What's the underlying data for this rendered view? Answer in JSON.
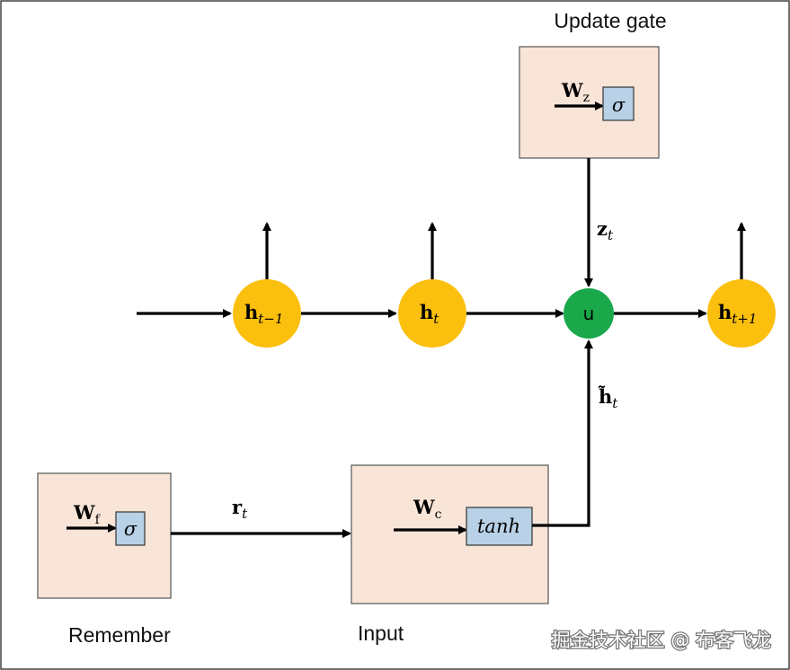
{
  "labels": {
    "update_gate": "Update gate",
    "remember": "Remember",
    "input": "Input"
  },
  "nodes": {
    "h_prev": {
      "base": "h",
      "sub": "t−1"
    },
    "h_t": {
      "base": "h",
      "sub": "t"
    },
    "u": "u",
    "h_next": {
      "base": "h",
      "sub": "t+1"
    }
  },
  "edges": {
    "z_t": {
      "base": "z",
      "sub": "t"
    },
    "h_tilde": {
      "base": "h̃",
      "sub": "t"
    },
    "r_t": {
      "base": "r",
      "sub": "t"
    }
  },
  "gates": {
    "update": {
      "weight_base": "W",
      "weight_sub": "z",
      "fn": "σ"
    },
    "remember": {
      "weight_base": "W",
      "weight_sub": "f",
      "fn": "σ"
    },
    "input": {
      "weight_base": "W",
      "weight_sub": "c",
      "fn": "tanh"
    }
  },
  "watermark": "掘金技术社区 @ 布客飞龙",
  "colors": {
    "gate_fill": "#f8e5d8",
    "fn_box_fill": "#b8d1e6",
    "node_h": "#fbbf0d",
    "node_u": "#1aa84a",
    "line": "#000000"
  }
}
